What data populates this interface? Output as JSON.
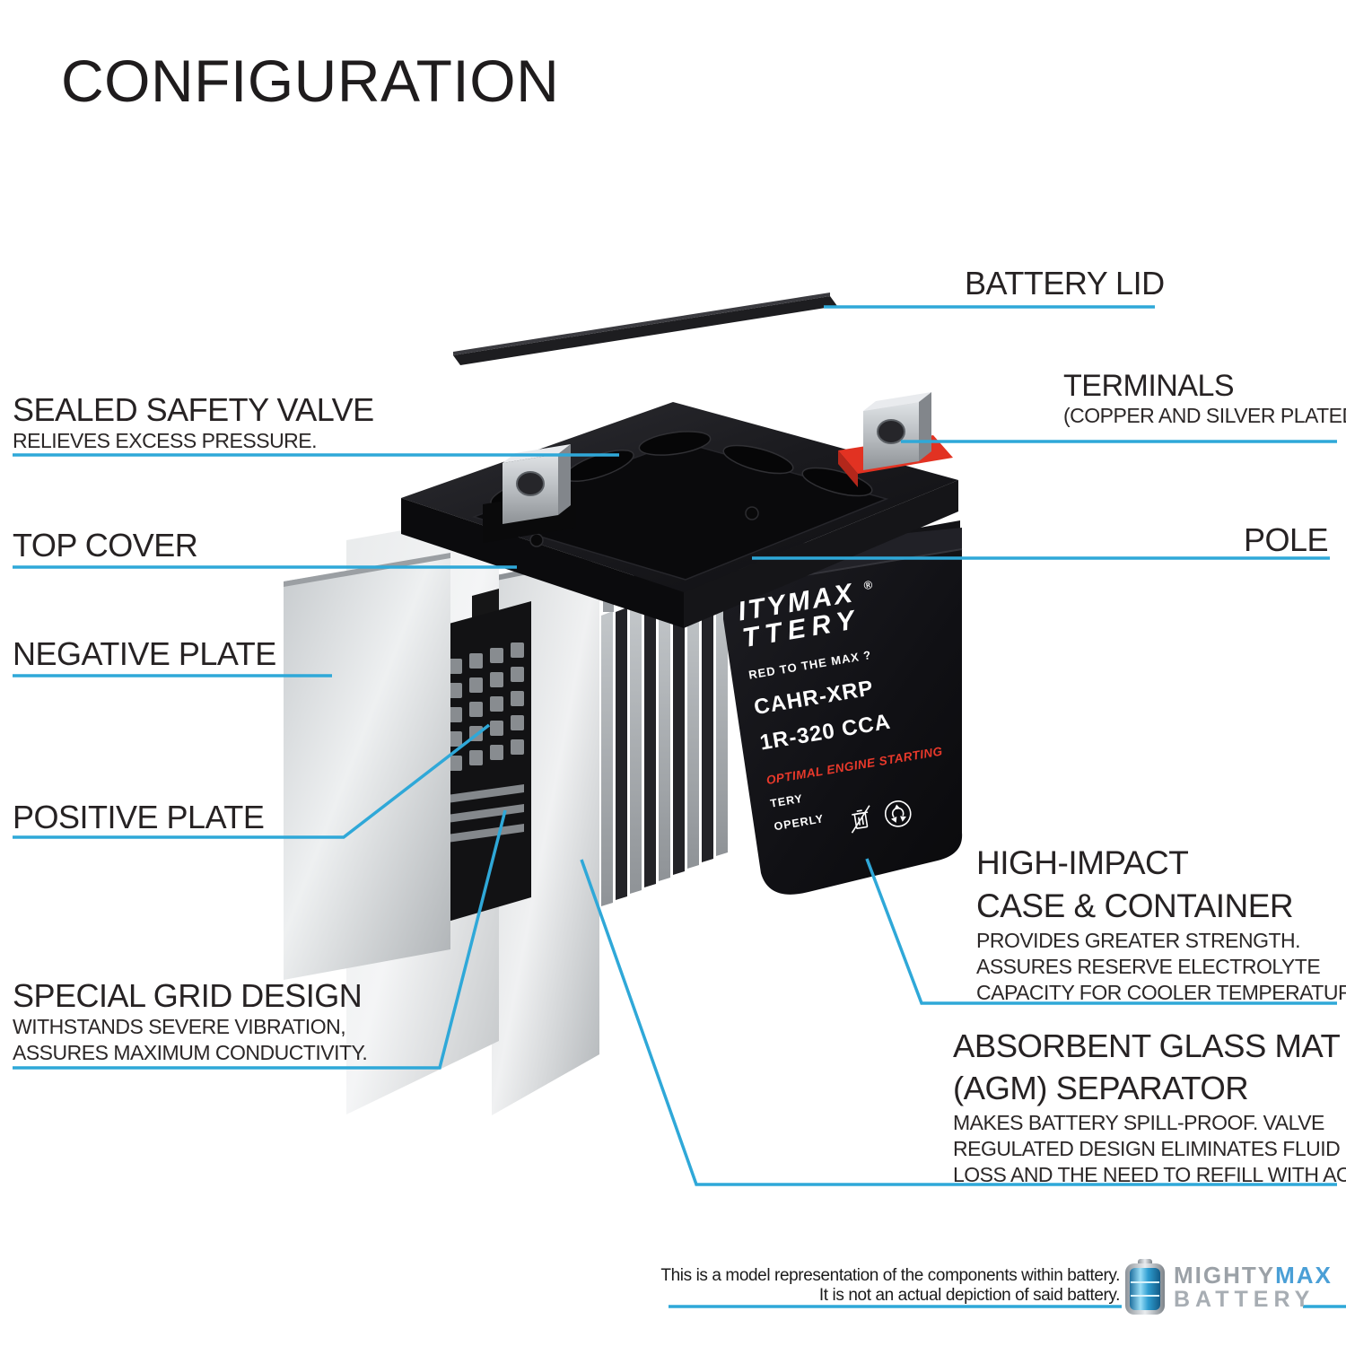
{
  "title": "CONFIGURATION",
  "colors": {
    "leader_blue": "#2fa8d8",
    "label_dark": "#262223",
    "case_black": "#111114",
    "terminal_red": "#e23222",
    "logo_gray": "#9ba1a7",
    "logo_blue": "#4a9fd6"
  },
  "callouts": {
    "battery_lid": {
      "label": "BATTERY LID"
    },
    "terminals": {
      "label": "TERMINALS",
      "sub": "(COPPER AND SILVER PLATED)"
    },
    "sealed_safety_valve": {
      "label": "SEALED SAFETY VALVE",
      "sub": "RELIEVES EXCESS PRESSURE."
    },
    "top_cover": {
      "label": "TOP COVER"
    },
    "pole": {
      "label": "POLE"
    },
    "negative_plate": {
      "label": "NEGATIVE PLATE"
    },
    "positive_plate": {
      "label": "POSITIVE PLATE"
    },
    "special_grid": {
      "label": "SPECIAL GRID DESIGN",
      "sub1": "WITHSTANDS SEVERE VIBRATION,",
      "sub2": "ASSURES MAXIMUM CONDUCTIVITY."
    },
    "high_impact": {
      "label1": "HIGH-IMPACT",
      "label2": "CASE & CONTAINER",
      "sub1": "PROVIDES GREATER STRENGTH.",
      "sub2": "ASSURES RESERVE ELECTROLYTE",
      "sub3": "CAPACITY FOR COOLER TEMPERATURES."
    },
    "agm": {
      "label1": "ABSORBENT GLASS MAT",
      "label2": "(AGM) SEPARATOR",
      "sub1": "MAKES BATTERY SPILL-PROOF. VALVE",
      "sub2": "REGULATED DESIGN ELIMINATES FLUID",
      "sub3": "LOSS AND THE NEED TO REFILL WITH ACID."
    }
  },
  "battery_label": {
    "brand_fragment1": "ITYMAX",
    "registered_mark": "®",
    "brand_fragment2": "TTERY",
    "tagline_fragment": "RED TO THE MAX ?",
    "model_fragment": "CAHR-XRP",
    "rating_fragment": "1R-320 CCA",
    "engine_line_fragment": "OPTIMAL ENGINE STARTING",
    "small_fragment1": "TERY",
    "small_fragment2": "OPERLY"
  },
  "disclaimer": {
    "line1": "This is a model representation of the components within battery.",
    "line2": "It is not an actual depiction of said battery."
  },
  "logo": {
    "mighty": "MIGHTY",
    "max": "MAX",
    "battery": "BATTERY"
  }
}
